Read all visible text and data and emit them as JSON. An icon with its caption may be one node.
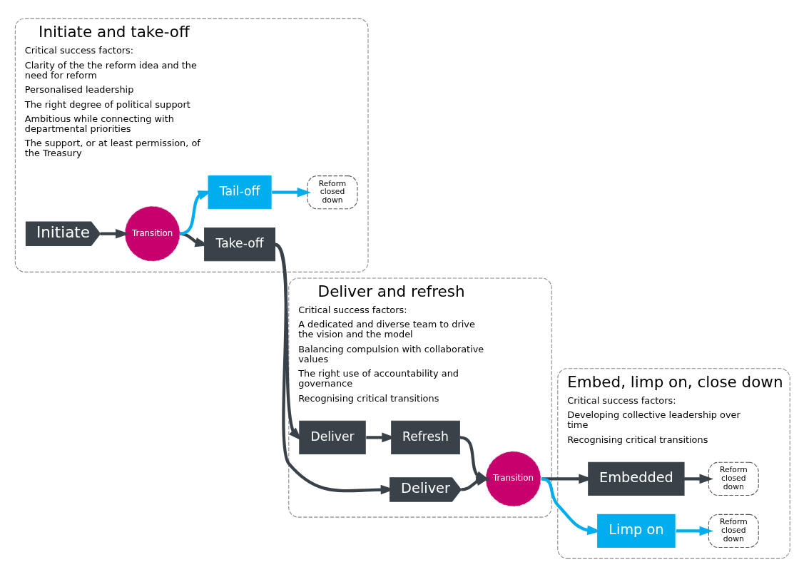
{
  "diagram": {
    "nodes": [
      {
        "text": [
          "Initiate and take-off",
          "Critical success factors:",
          "Clarity of the the reform idea and the need for reform",
          "Personalised leadership",
          "The right degree of political support",
          "Ambitious while connecting with departmental priorities",
          "The support, or at least permission, of the Treasury"
        ]
      },
      {
        "text": [
          "Deliver and refresh",
          "Critical success factors:",
          "A dedicated and diverse team to drive the vision and the model",
          "Balancing compulsion with collaborative values",
          "The right use of accountability and governance",
          "Recognising critical transitions"
        ]
      },
      {
        "text": [
          "Embed, limp on, close down",
          "Critical success factors:",
          "Developing collective leadership over time",
          "Recognising critical transitions"
        ]
      },
      {
        "text": [
          "Initiate"
        ],
        "in": 0
      },
      {
        "text": [
          "Transition"
        ],
        "in": 0
      },
      {
        "text": [
          "Take-off"
        ],
        "in": 0
      },
      {
        "text": [
          "Tail-off"
        ],
        "in": 0
      },
      {
        "text": [
          "Reform closed down"
        ],
        "in": 0
      },
      {
        "text": [
          "Deliver"
        ],
        "in": 1
      },
      {
        "text": [
          "Refresh"
        ],
        "in": 1
      },
      {
        "text": [
          "Deliver"
        ],
        "in": 1
      },
      {
        "text": [
          "Transition"
        ],
        "in": 1
      },
      {
        "text": [
          "Embedded"
        ],
        "in": 2
      },
      {
        "text": [
          "Reform closed down"
        ],
        "in": 2
      },
      {
        "text": [
          "Limp on"
        ],
        "in": 2
      },
      {
        "text": [
          "Reform closed down"
        ],
        "in": 2
      }
    ],
    "edges": [
      {
        "from": 3,
        "to": 4,
        "arrow": "to"
      },
      {
        "from": 4,
        "to": 5,
        "arrow": "to"
      },
      {
        "from": 4,
        "to": 6,
        "arrow": "to",
        "color": "#00aeef"
      },
      {
        "from": 6,
        "to": 7,
        "arrow": "to",
        "color": "#00aeef"
      },
      {
        "from": 5,
        "to": 8,
        "arrow": "to"
      },
      {
        "from": 8,
        "to": 9,
        "arrow": "to"
      },
      {
        "from": 9,
        "to": 11,
        "arrow": "to"
      },
      {
        "from": 5,
        "to": 10,
        "arrow": "to"
      },
      {
        "from": 10,
        "to": 11,
        "arrow": "to"
      },
      {
        "from": 11,
        "to": 12,
        "arrow": "to"
      },
      {
        "from": 12,
        "to": 13,
        "arrow": "to"
      },
      {
        "from": 11,
        "to": 14,
        "arrow": "to",
        "color": "#00aeef"
      },
      {
        "from": 14,
        "to": 15,
        "arrow": "to",
        "color": "#00aeef"
      }
    ]
  }
}
